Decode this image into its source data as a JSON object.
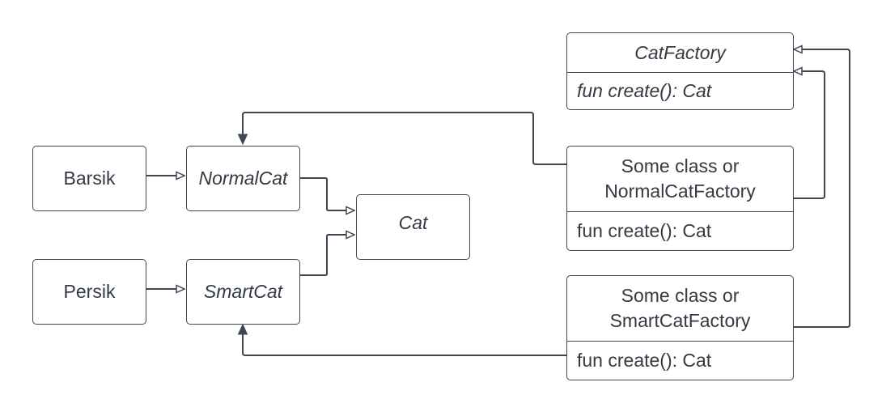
{
  "nodes": {
    "barsik": "Barsik",
    "persik": "Persik",
    "normal_cat": "NormalCat",
    "smart_cat": "SmartCat",
    "cat": "Cat",
    "cat_factory": {
      "name": "CatFactory",
      "method": "fun create(): Cat"
    },
    "normal_factory": {
      "name_line1": "Some class or",
      "name_line2": "NormalCatFactory",
      "method": "fun create(): Cat"
    },
    "smart_factory": {
      "name_line1": "Some class or",
      "name_line2": "SmartCatFactory",
      "method": "fun create(): Cat"
    }
  },
  "colors": {
    "line": "#3f4651",
    "text": "#333a44",
    "background": "#ffffff"
  }
}
